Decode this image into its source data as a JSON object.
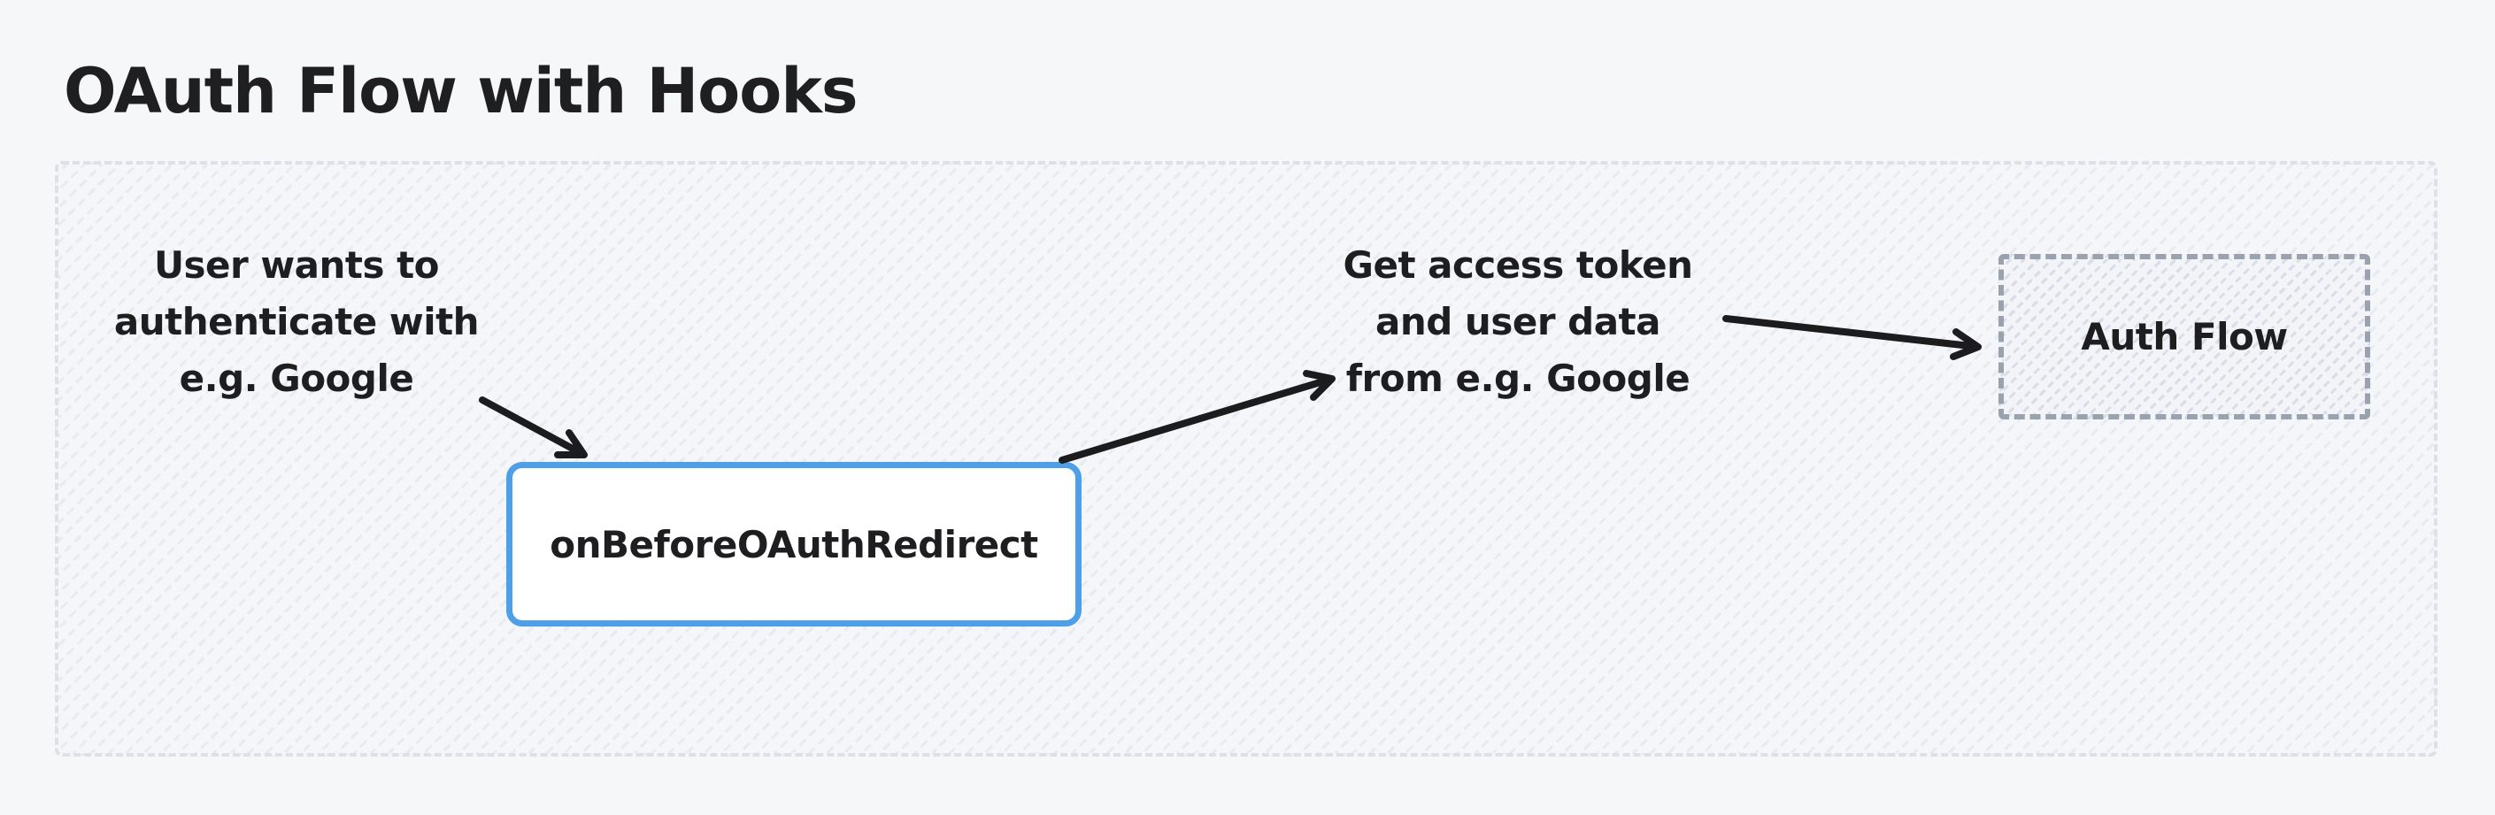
{
  "title": "OAuth Flow with Hooks",
  "notes": {
    "user_intent": {
      "lines": [
        "User wants to",
        "authenticate with",
        "e.g. Google"
      ]
    },
    "get_token": {
      "lines": [
        "Get access token",
        "and user data",
        "from e.g. Google"
      ]
    }
  },
  "nodes": {
    "hook": {
      "label": "onBeforeOAuthRedirect"
    },
    "auth_flow": {
      "label": "Auth Flow"
    }
  },
  "arrows": [
    {
      "name": "user-intent-to-hook",
      "from": "note-user-intent",
      "to": "node-hook"
    },
    {
      "name": "hook-to-get-token",
      "from": "node-hook",
      "to": "note-get-token"
    },
    {
      "name": "get-token-to-auth-flow",
      "from": "note-get-token",
      "to": "node-auth-flow"
    }
  ],
  "colors": {
    "background": "#f6f7f9",
    "ink": "#1e1e20",
    "accent_blue": "#4d9fe8",
    "node_dashed_gray": "#9aa2ae",
    "frame_dashed_gray": "#dde0e7"
  }
}
